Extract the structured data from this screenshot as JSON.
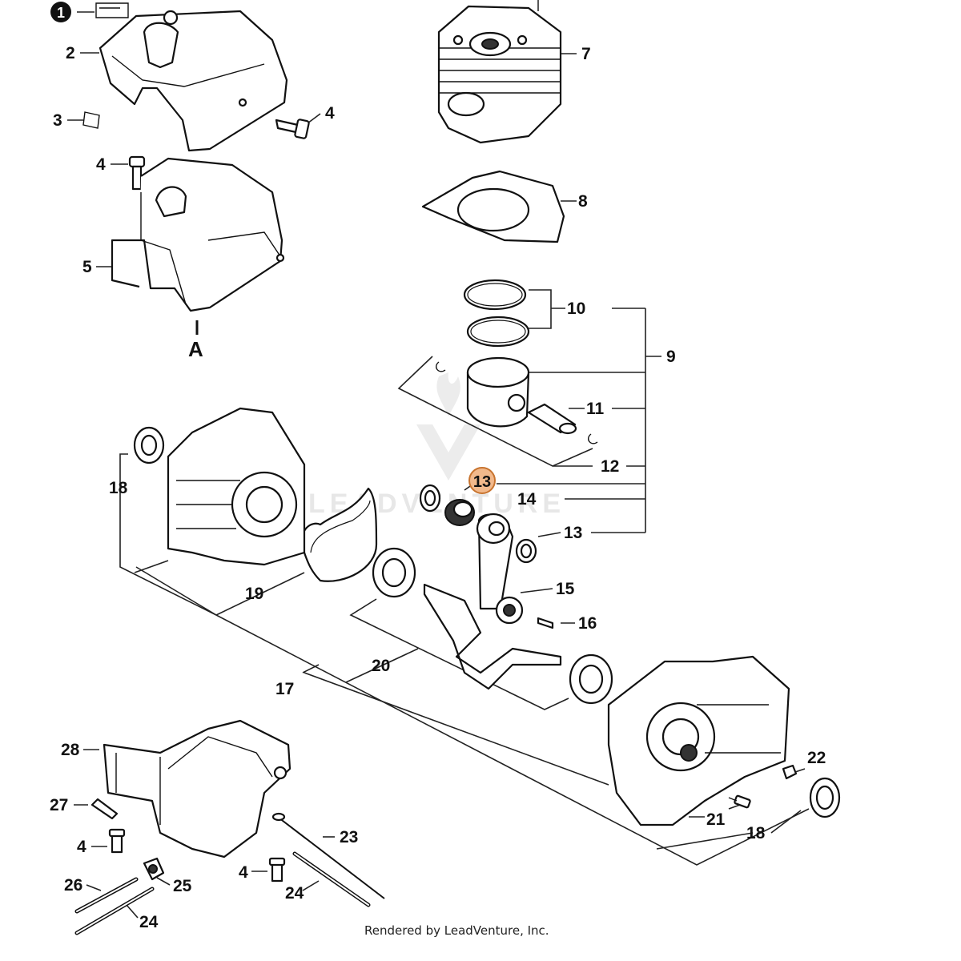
{
  "labels": {
    "p1": "1",
    "p2": "2",
    "p3": "3",
    "p4a": "4",
    "p4b": "4",
    "p5": "5",
    "pA": "A",
    "p7": "7",
    "p8": "8",
    "p9": "9",
    "p10": "10",
    "p11": "11",
    "p12": "12",
    "p13a": "13",
    "p13b": "13",
    "p14": "14",
    "p15": "15",
    "p16": "16",
    "p17": "17",
    "p18a": "18",
    "p18b": "18",
    "p19": "19",
    "p20": "20",
    "p21": "21",
    "p22": "22",
    "p23": "23",
    "p24a": "24",
    "p24b": "24",
    "p25": "25",
    "p26": "26",
    "p27": "27",
    "p28": "28",
    "p4c": "4",
    "p4d": "4"
  },
  "watermark": "LEADVENTURE",
  "footer": "Rendered by LeadVenture, Inc.",
  "colors": {
    "highlight_fill": "#f2b98c",
    "highlight_stroke": "#c8742f",
    "ink": "#111111"
  }
}
